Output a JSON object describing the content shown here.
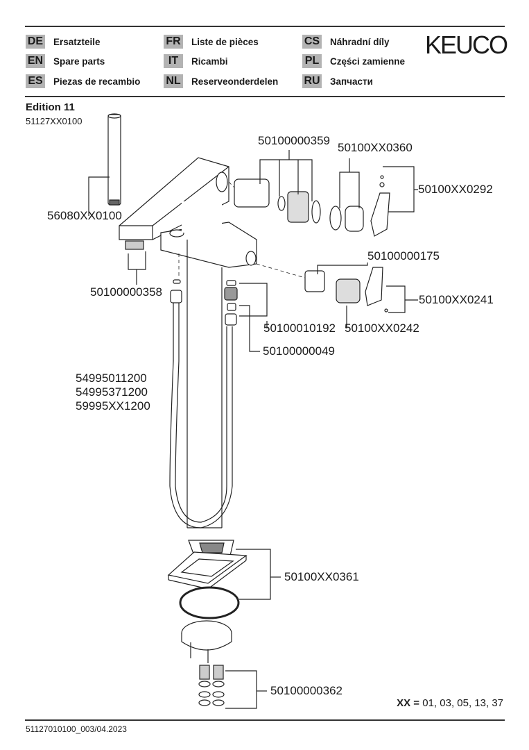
{
  "header": {
    "languages": [
      {
        "code": "DE",
        "label": "Ersatzteile"
      },
      {
        "code": "EN",
        "label": "Spare parts"
      },
      {
        "code": "ES",
        "label": "Piezas de recambio"
      },
      {
        "code": "FR",
        "label": "Liste de pièces"
      },
      {
        "code": "IT",
        "label": "Ricambi"
      },
      {
        "code": "NL",
        "label": "Reserveonderdelen"
      },
      {
        "code": "CS",
        "label": "Náhradní díly"
      },
      {
        "code": "PL",
        "label": "Części zamienne"
      },
      {
        "code": "RU",
        "label": "Запчасти"
      }
    ],
    "logo": "KEUCO"
  },
  "product": {
    "series": "Edition 11",
    "article": "51127XX0100"
  },
  "parts": {
    "p1": "50100000359",
    "p2": "50100XX0360",
    "p3": "50100XX0292",
    "p4": "56080XX0100",
    "p5": "50100000175",
    "p6": "50100000358",
    "p7": "50100XX0241",
    "p8": "50100010192",
    "p9": "50100XX0242",
    "p10": "50100000049",
    "p11": "54995011200",
    "p12": "54995371200",
    "p13": "59995XX1200",
    "p14": "50100XX0361",
    "p15": "50100000362"
  },
  "legend": {
    "key": "XX =",
    "values": "01, 03, 05, 13, 37"
  },
  "footer": {
    "doc_id": "51127010100_003/04.2023"
  }
}
